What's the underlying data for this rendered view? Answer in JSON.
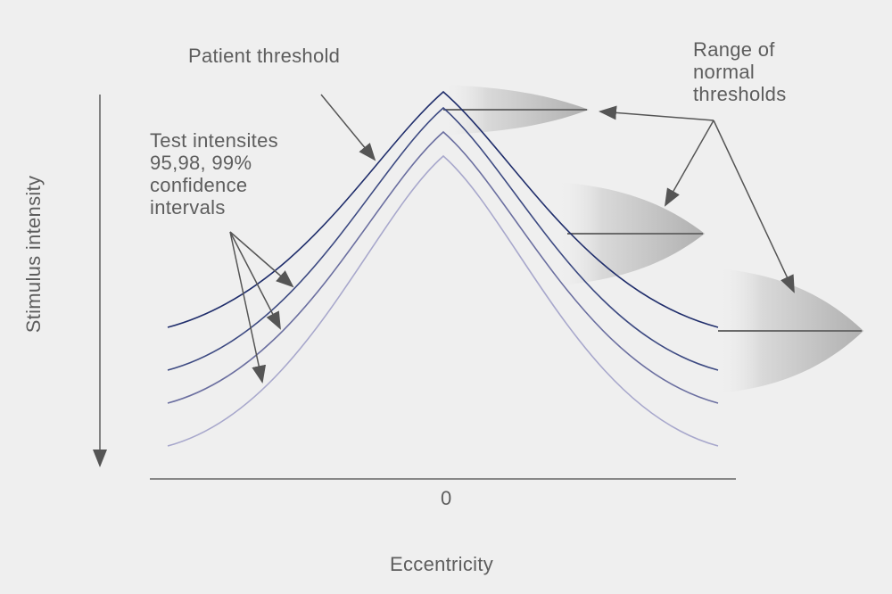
{
  "diagram": {
    "labels": {
      "patient_threshold": "Patient threshold",
      "range_normal": [
        "Range of",
        "normal",
        "thresholds"
      ],
      "test_intensities": [
        "Test intensites",
        "95,98, 99%",
        "confidence",
        "intervals"
      ],
      "y_axis": "Stimulus intensity",
      "x_axis": "Eccentricity",
      "x_tick_zero": "0"
    },
    "curves": [
      {
        "name": "patient-threshold-curve",
        "color": "#1f2d6b"
      },
      {
        "name": "ci-95-curve",
        "color": "#3d4a82"
      },
      {
        "name": "ci-98-curve",
        "color": "#6b6fa0"
      },
      {
        "name": "ci-99-curve",
        "color": "#a8a8cc"
      }
    ],
    "colors": {
      "background": "#efefef",
      "text": "#5d5d5d",
      "arrow": "#555555",
      "axis": "#888888",
      "distribution_dark": "#b5b5b5"
    }
  }
}
